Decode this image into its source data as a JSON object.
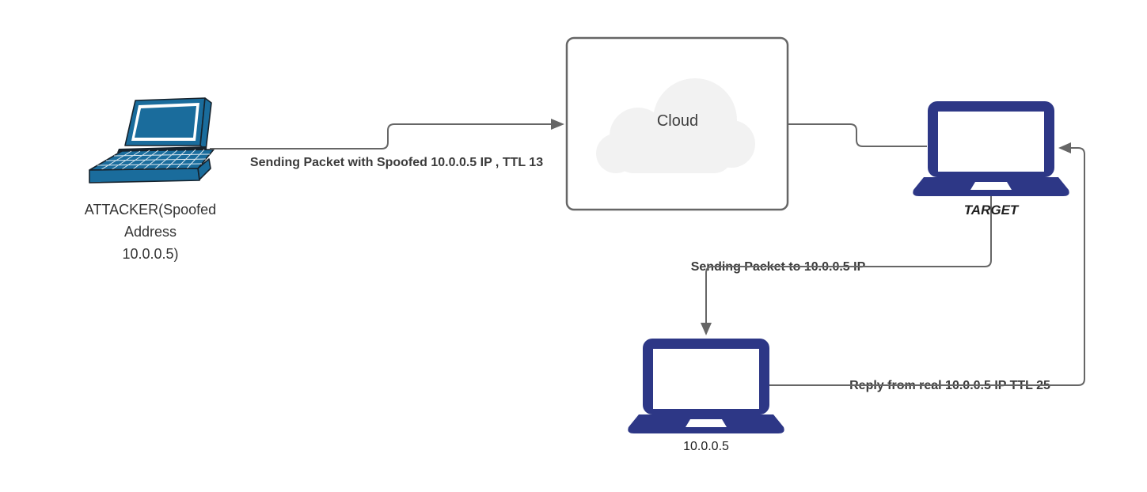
{
  "colors": {
    "background": "#ffffff",
    "line": "#666666",
    "edge_label": "#3b3b3b",
    "node_label": "#1f1f1f",
    "attacker_label": "#333333",
    "cloud_text": "#3f3f3f",
    "attacker_blue": "#1a6c9c",
    "attacker_outline": "#16222c",
    "navy": "#2d3786",
    "cloud_fill": "#f2f2f2",
    "box_border": "#666666"
  },
  "nodes": {
    "attacker": {
      "label": "ATTACKER(Spoofed\nAddress\n10.0.0.5)"
    },
    "cloud": {
      "label": "Cloud"
    },
    "target": {
      "label": "TARGET"
    },
    "real_host": {
      "label": "10.0.0.5"
    }
  },
  "edges": {
    "attacker_to_cloud": {
      "label": "Sending Packet with Spoofed 10.0.0.5 IP , TTL 13"
    },
    "cloud_to_target": {
      "label": ""
    },
    "target_to_real_host": {
      "label": "Sending Packet to 10.0.0.5 IP"
    },
    "real_host_to_target": {
      "label": "Reply from real 10.0.0.5 IP TTL 25"
    }
  }
}
